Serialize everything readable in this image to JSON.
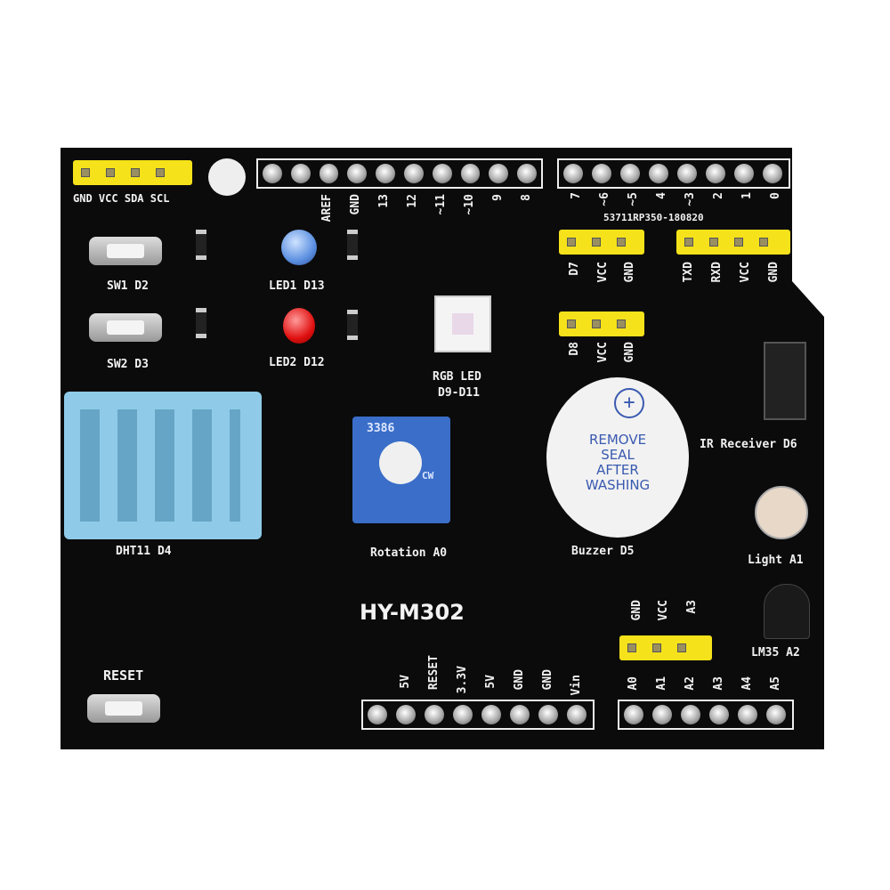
{
  "board": {
    "model": "HY-M302",
    "serial": "53711RP350-180820",
    "pcb_color": "#0b0b0b",
    "header_color": "#f5e21a"
  },
  "i2c_header": [
    "GND",
    "VCC",
    "SDA",
    "SCL"
  ],
  "top_left_header": [
    "AREF",
    "GND",
    "13",
    "12",
    "~11",
    "~10",
    "9",
    "8"
  ],
  "top_right_header": [
    "7",
    "~6",
    "~5",
    "4",
    "~3",
    "2",
    "1",
    "0"
  ],
  "d7_header": [
    "D7",
    "VCC",
    "GND"
  ],
  "d8_header": [
    "D8",
    "VCC",
    "GND"
  ],
  "uart_header": [
    "TXD",
    "RXD",
    "VCC",
    "GND"
  ],
  "a3_header": [
    "GND",
    "VCC",
    "A3"
  ],
  "power_header": [
    "5V",
    "RESET",
    "3.3V",
    "5V",
    "GND",
    "GND",
    "Vin"
  ],
  "analog_header": [
    "A0",
    "A1",
    "A2",
    "A3",
    "A4",
    "A5"
  ],
  "components": {
    "sw1": "SW1 D2",
    "sw2": "SW2 D3",
    "led1": "LED1 D13",
    "led2": "LED2 D12",
    "rgb": "RGB LED",
    "rgb_pins": "D9-D11",
    "dht": "DHT11 D4",
    "pot": "Rotation A0",
    "buzzer": "Buzzer D5",
    "buzzer_sticker": [
      "REMOVE",
      "SEAL",
      "AFTER",
      "WASHING"
    ],
    "ir": "IR Receiver D6",
    "light": "Light A1",
    "lm35": "LM35 A2",
    "reset": "RESET",
    "pot_code": "3386",
    "pot_cw": "CW"
  }
}
